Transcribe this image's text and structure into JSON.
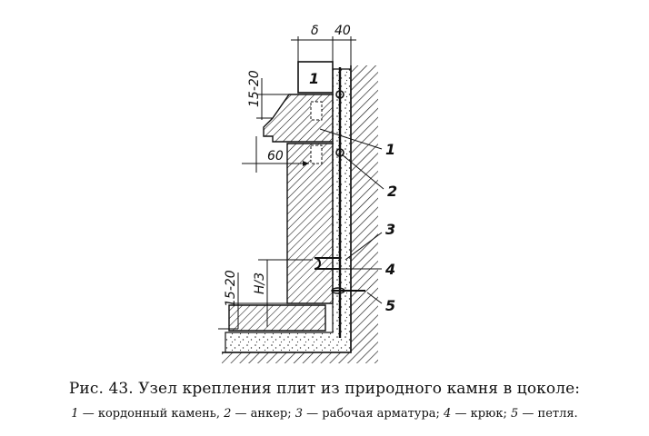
{
  "dimensions": {
    "top_stone": "δ",
    "gap": "40",
    "upper_edge": "15-20",
    "ledge": "60",
    "lower_edge": "15-20",
    "hook_height": "H/3"
  },
  "slab_label": "1",
  "callouts": [
    "1",
    "2",
    "3",
    "4",
    "5"
  ],
  "caption": {
    "title": "Рис. 43. Узел крепления плит из природного камня в цоколе:",
    "legend": [
      {
        "num": "1",
        "text": "кордонный камень"
      },
      {
        "num": "2",
        "text": "анкер"
      },
      {
        "num": "3",
        "text": "рабочая арматура"
      },
      {
        "num": "4",
        "text": "крюк"
      },
      {
        "num": "5",
        "text": "петля"
      }
    ]
  }
}
